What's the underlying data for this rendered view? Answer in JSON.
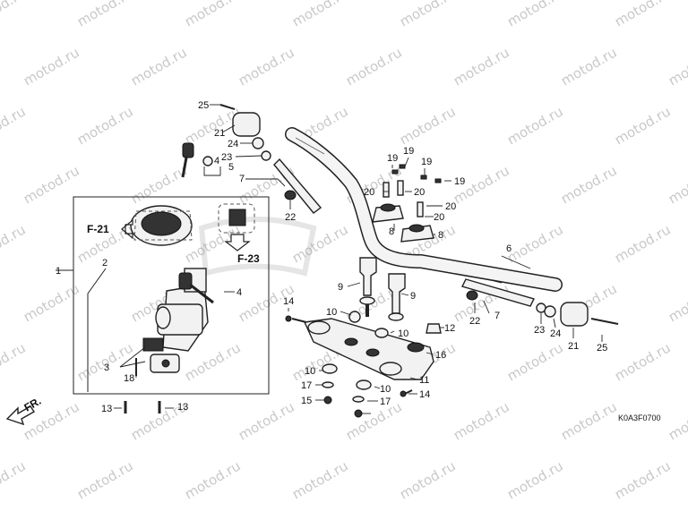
{
  "watermark": {
    "text": "motod.ru"
  },
  "diagram_code": "K0A3F0700",
  "direction_label": "FR.",
  "references": {
    "f21": "F-21",
    "f23": "F-23"
  },
  "callouts": {
    "c1": "1",
    "c2": "2",
    "c3": "3",
    "c4a": "4",
    "c4b": "4",
    "c5": "5",
    "c6": "6",
    "c7a": "7",
    "c7b": "7",
    "c8a": "8",
    "c8b": "8",
    "c9a": "9",
    "c9b": "9",
    "c10a": "10",
    "c10b": "10",
    "c10c": "10",
    "c10d": "10",
    "c11": "11",
    "c12": "12",
    "c13a": "13",
    "c13b": "13",
    "c14a": "14",
    "c14b": "14",
    "c15": "15",
    "c16": "16",
    "c17a": "17",
    "c17b": "17",
    "c18": "18",
    "c19a": "19",
    "c19b": "19",
    "c19c": "19",
    "c19d": "19",
    "c20a": "20",
    "c20b": "20",
    "c20c": "20",
    "c20d": "20",
    "c21a": "21",
    "c21b": "21",
    "c22a": "22",
    "c22b": "22",
    "c23a": "23",
    "c23b": "23",
    "c24a": "24",
    "c24b": "24",
    "c25a": "25",
    "c25b": "25"
  }
}
